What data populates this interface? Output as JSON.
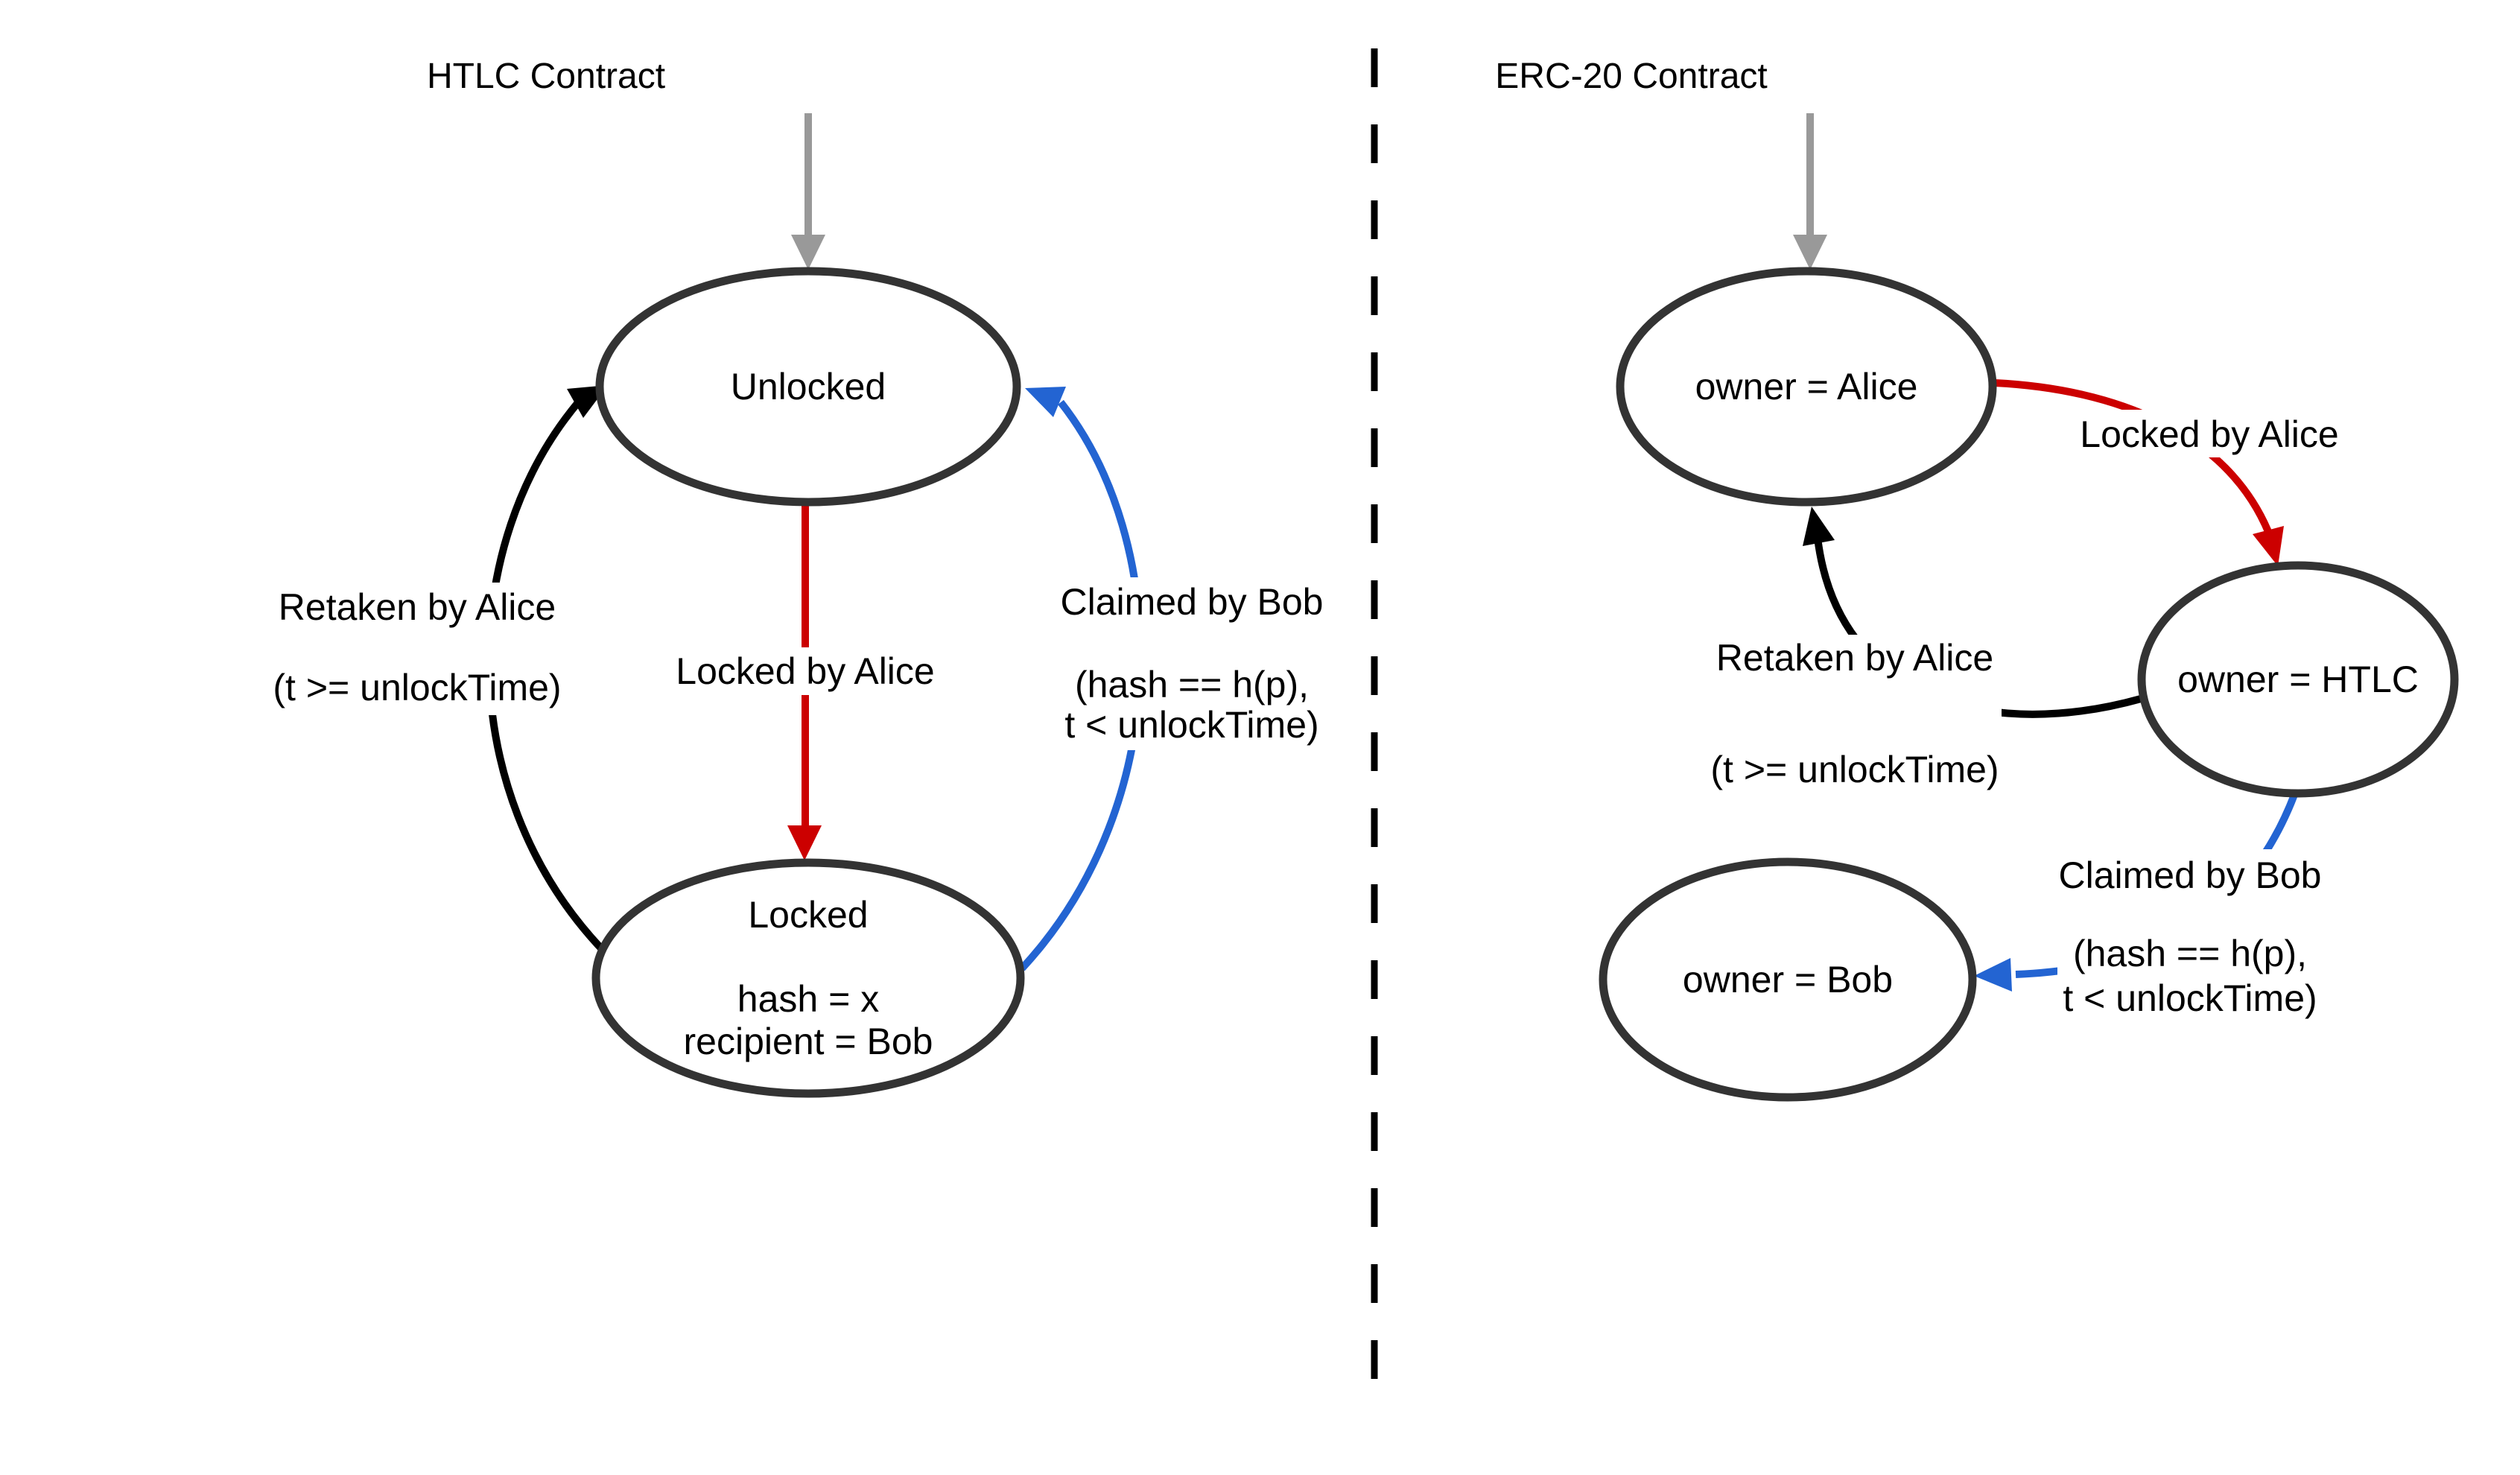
{
  "colors": {
    "node_stroke": "#333333",
    "text": "#000000",
    "red_edge": "#cc0000",
    "blue_edge": "#2364d2",
    "black_edge": "#000000",
    "gray_edge": "#999999",
    "divider": "#000000",
    "background": "#ffffff"
  },
  "htlc": {
    "title": "HTLC Contract",
    "nodes": {
      "unlocked": {
        "label": "Unlocked"
      },
      "locked": {
        "title": "Locked",
        "attr1": "hash = x",
        "attr2": "recipient = Bob"
      }
    },
    "edges": {
      "lock": {
        "label": "Locked by Alice"
      },
      "retake": {
        "label": "Retaken by Alice",
        "condition": "(t >= unlockTime)"
      },
      "claim": {
        "label": "Claimed by Bob",
        "condition1": "(hash == h(p),",
        "condition2": "t < unlockTime)"
      }
    }
  },
  "erc20": {
    "title": "ERC-20 Contract",
    "nodes": {
      "alice": {
        "label": "owner = Alice"
      },
      "htlc": {
        "label": "owner = HTLC"
      },
      "bob": {
        "label": "owner = Bob"
      }
    },
    "edges": {
      "lock": {
        "label": "Locked by Alice"
      },
      "retake": {
        "label": "Retaken by Alice",
        "condition": "(t >= unlockTime)"
      },
      "claim": {
        "label": "Claimed by Bob",
        "condition1": "(hash == h(p),",
        "condition2": "t < unlockTime)"
      }
    }
  }
}
